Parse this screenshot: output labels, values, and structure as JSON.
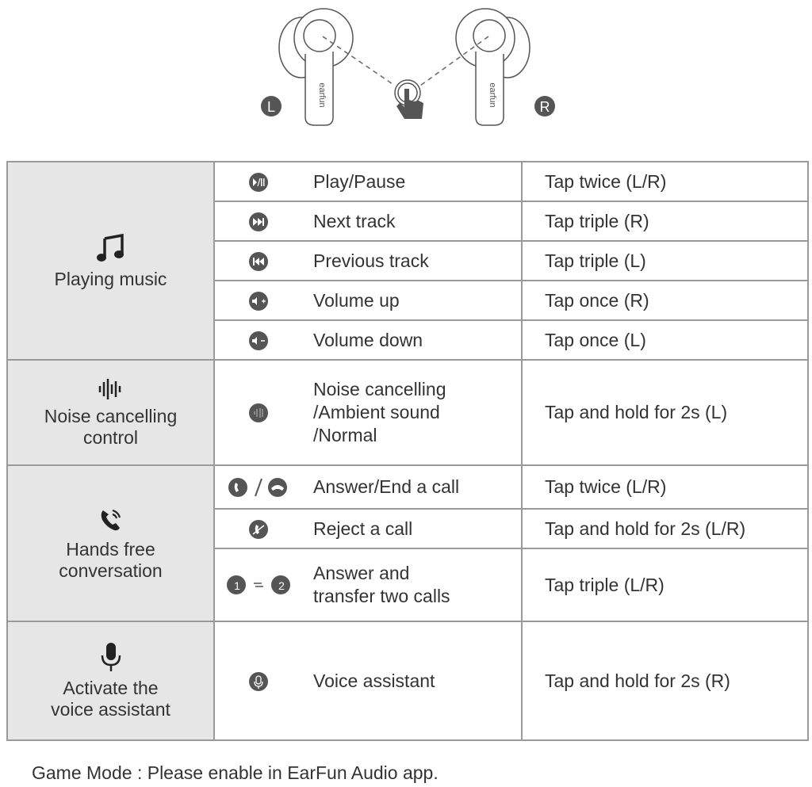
{
  "illustration": {
    "left_label": "L",
    "right_label": "R",
    "brand_text": "earfun"
  },
  "sections": [
    {
      "category": "Playing music",
      "rows": [
        {
          "icon": "play-pause-icon",
          "function": "Play/Pause",
          "operation": "Tap twice (L/R)"
        },
        {
          "icon": "next-track-icon",
          "function": "Next track",
          "operation": "Tap triple (R)"
        },
        {
          "icon": "previous-track-icon",
          "function": "Previous track",
          "operation": "Tap triple (L)"
        },
        {
          "icon": "volume-up-icon",
          "function": "Volume up",
          "operation": "Tap once (R)"
        },
        {
          "icon": "volume-down-icon",
          "function": "Volume down",
          "operation": "Tap once (L)"
        }
      ]
    },
    {
      "category_line1": "Noise cancelling",
      "category_line2": "control",
      "rows": [
        {
          "icon": "noise-cancelling-icon",
          "function_lines": [
            "Noise cancelling",
            "/Ambient sound",
            "/Normal"
          ],
          "operation": "Tap and hold for 2s (L)"
        }
      ]
    },
    {
      "category_line1": "Hands free",
      "category_line2": "conversation",
      "rows": [
        {
          "icon": "answer-end-call-icon",
          "function": "Answer/End a call",
          "operation": "Tap twice (L/R)"
        },
        {
          "icon": "reject-call-icon",
          "function": "Reject a call",
          "operation": "Tap and hold for 2s (L/R)"
        },
        {
          "icon": "transfer-calls-icon",
          "function_lines": [
            "Answer and",
            "transfer two calls"
          ],
          "operation": "Tap triple (L/R)"
        }
      ]
    },
    {
      "category_line1": "Activate the",
      "category_line2": "voice assistant",
      "rows": [
        {
          "icon": "voice-assistant-icon",
          "function": "Voice assistant",
          "operation": "Tap and hold for 2s (R)"
        }
      ]
    }
  ],
  "footer": "Game Mode : Please enable in EarFun Audio app."
}
